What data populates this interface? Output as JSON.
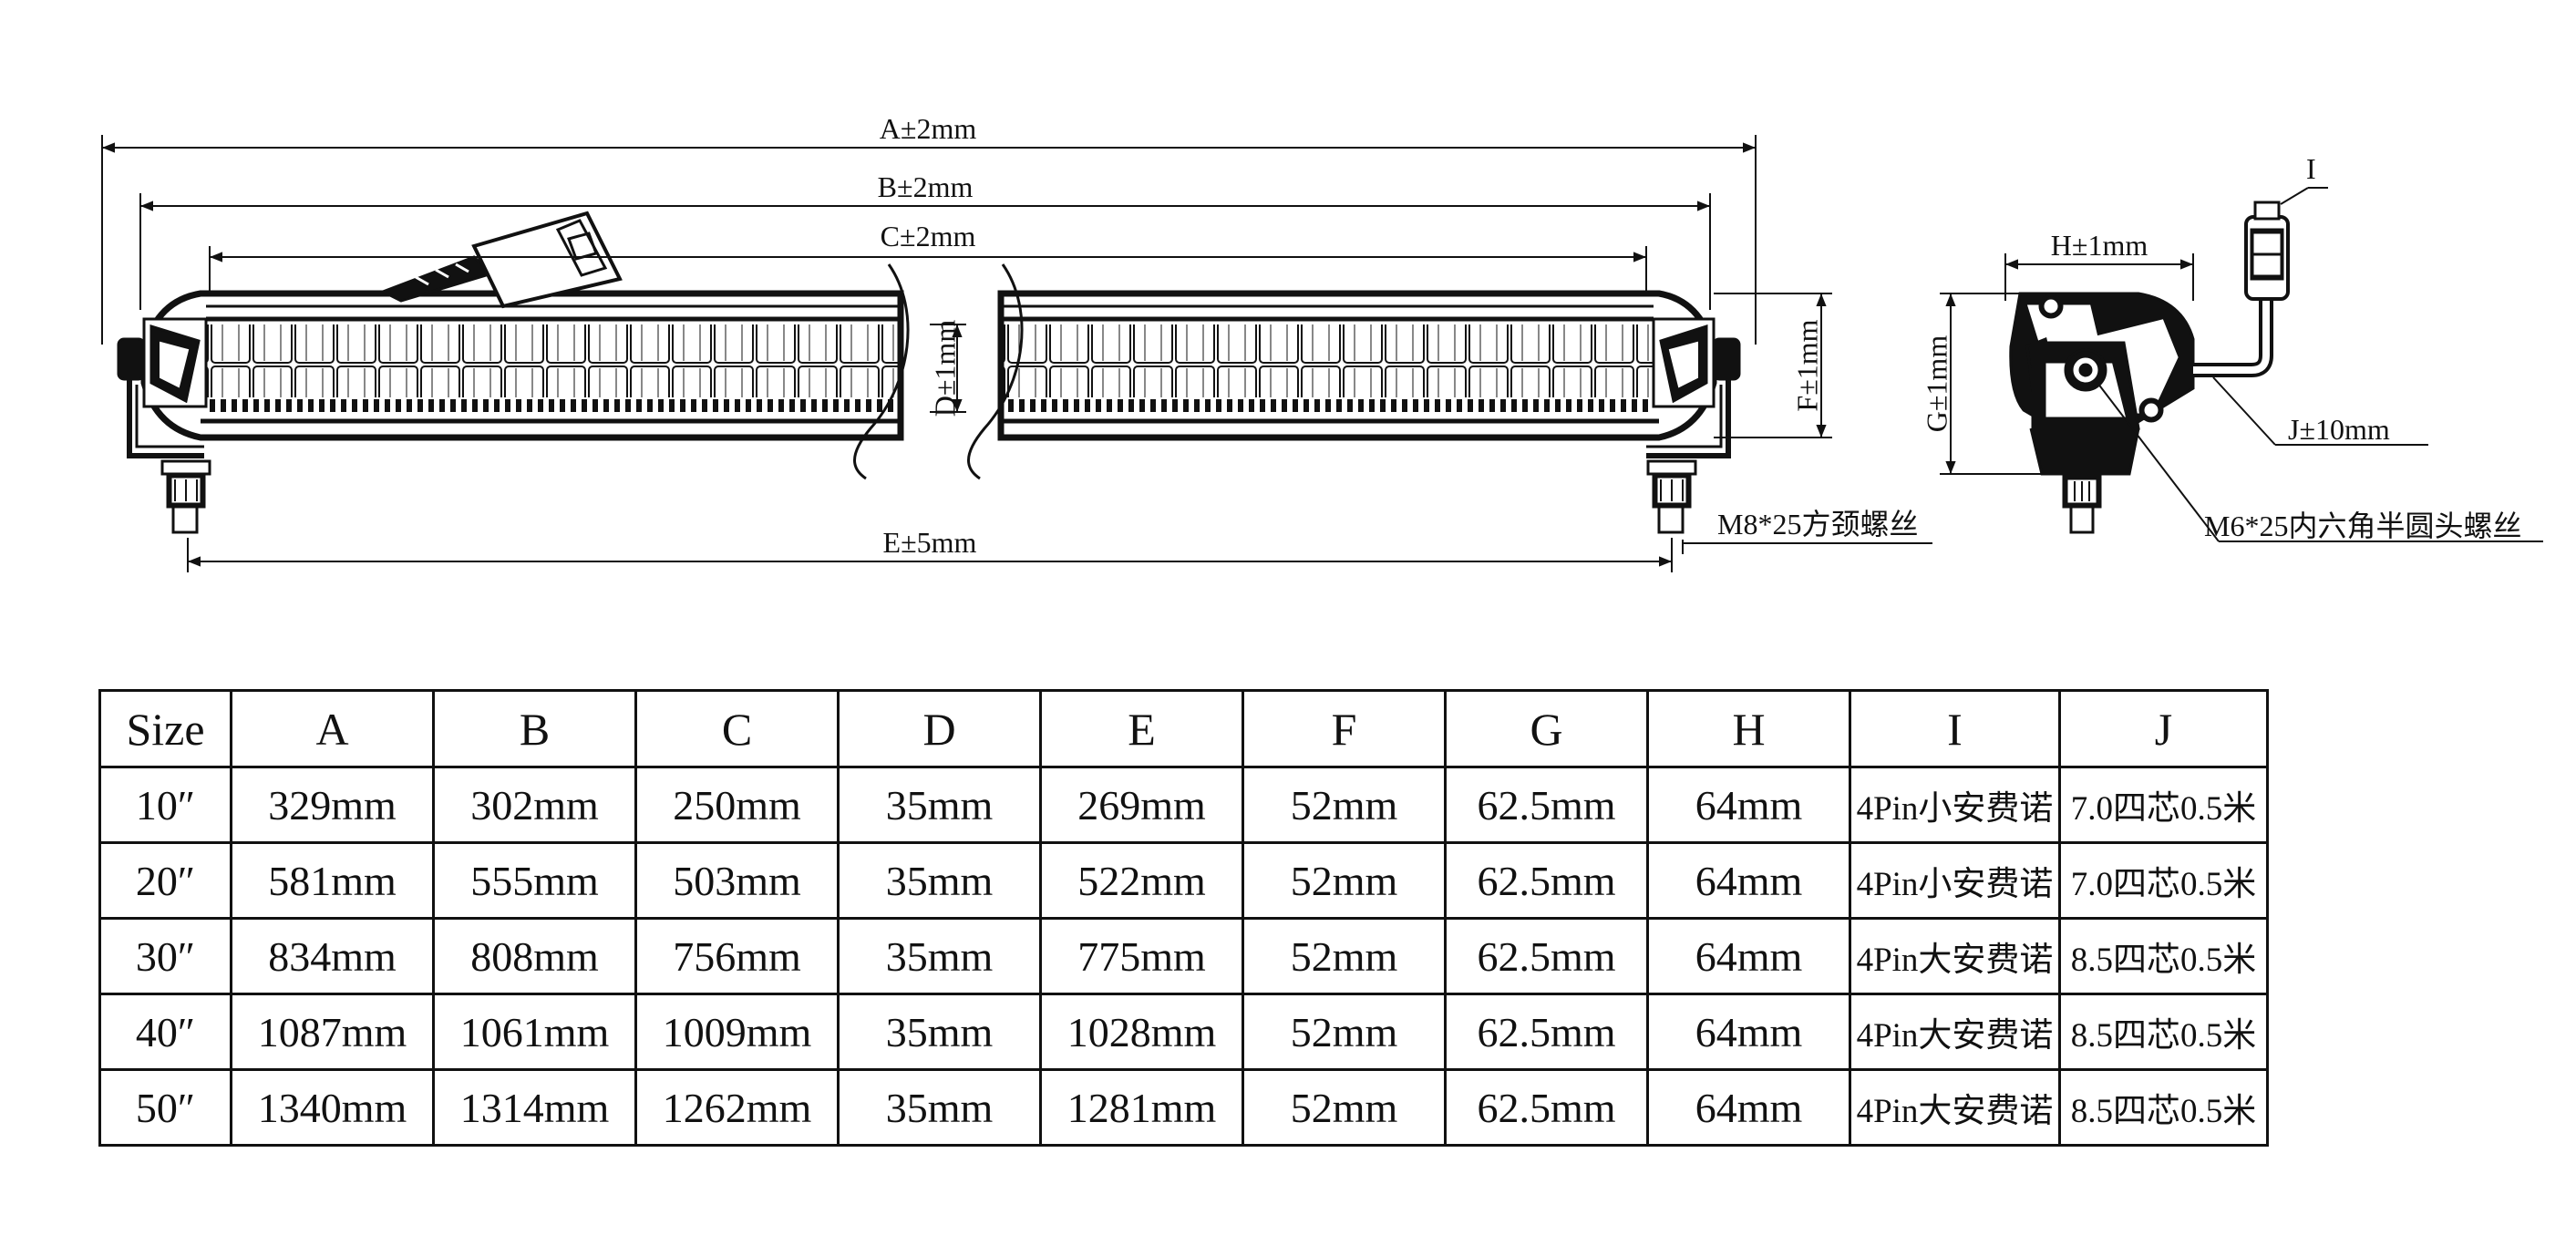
{
  "dimensions": {
    "A": "A±2mm",
    "B": "B±2mm",
    "C": "C±2mm",
    "D": "D±1mm",
    "E": "E±5mm",
    "F": "F±1mm",
    "G": "G±1mm",
    "H": "H±1mm",
    "I": "I",
    "J": "J±10mm"
  },
  "notes": {
    "bolt_m8": "M8*25方颈螺丝",
    "bolt_m6": "M6*25内六角半圆头螺丝"
  },
  "table": {
    "headers": [
      "Size",
      "A",
      "B",
      "C",
      "D",
      "E",
      "F",
      "G",
      "H",
      "I",
      "J"
    ],
    "rows": [
      [
        "10″",
        "329mm",
        "302mm",
        "250mm",
        "35mm",
        "269mm",
        "52mm",
        "62.5mm",
        "64mm",
        "4Pin小安费诺",
        "7.0四芯0.5米"
      ],
      [
        "20″",
        "581mm",
        "555mm",
        "503mm",
        "35mm",
        "522mm",
        "52mm",
        "62.5mm",
        "64mm",
        "4Pin小安费诺",
        "7.0四芯0.5米"
      ],
      [
        "30″",
        "834mm",
        "808mm",
        "756mm",
        "35mm",
        "775mm",
        "52mm",
        "62.5mm",
        "64mm",
        "4Pin大安费诺",
        "8.5四芯0.5米"
      ],
      [
        "40″",
        "1087mm",
        "1061mm",
        "1009mm",
        "35mm",
        "1028mm",
        "52mm",
        "62.5mm",
        "64mm",
        "4Pin大安费诺",
        "8.5四芯0.5米"
      ],
      [
        "50″",
        "1340mm",
        "1314mm",
        "1262mm",
        "35mm",
        "1281mm",
        "52mm",
        "62.5mm",
        "64mm",
        "4Pin大安费诺",
        "8.5四芯0.5米"
      ]
    ]
  }
}
